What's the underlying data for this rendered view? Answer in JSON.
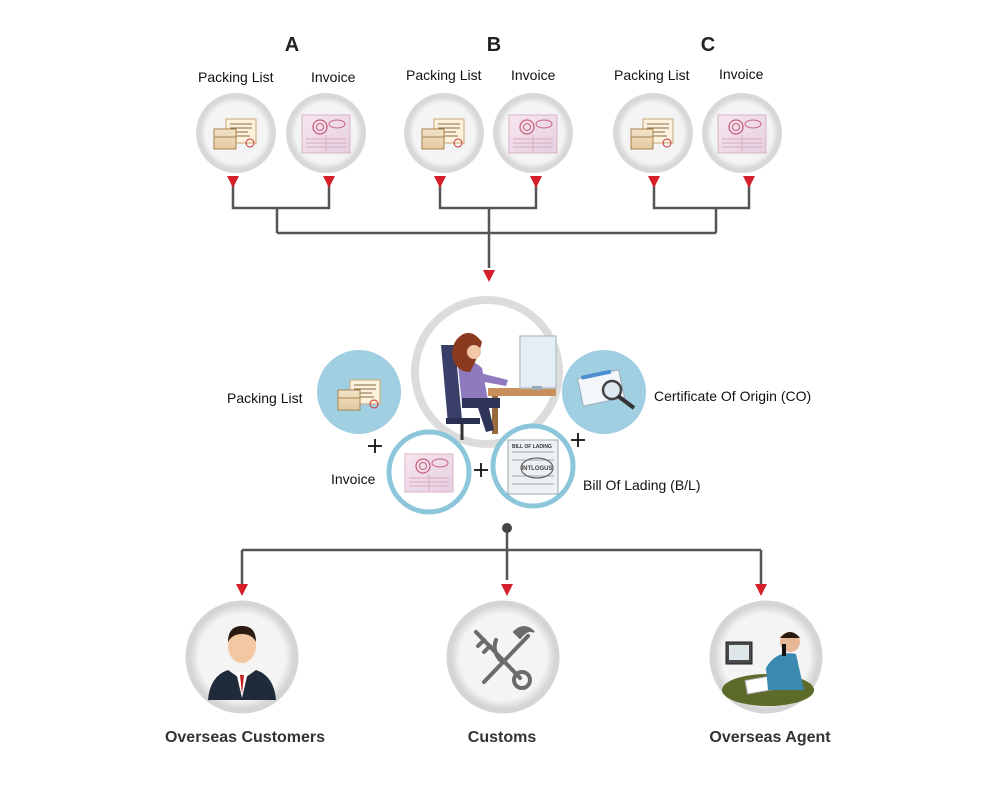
{
  "groups": [
    {
      "letter": "A",
      "packing_label": "Packing List",
      "invoice_label": "Invoice"
    },
    {
      "letter": "B",
      "packing_label": "Packing List",
      "invoice_label": "Invoice"
    },
    {
      "letter": "C",
      "packing_label": "Packing List",
      "invoice_label": "Invoice"
    }
  ],
  "consolidation": {
    "packing_label": "Packing List",
    "invoice_label": "Invoice",
    "co_label": "Certificate Of Origin (CO)",
    "bl_label": "Bill Of Lading (B/L)",
    "bl_doc_title": "BILL OF LADING",
    "bl_stamp": "INTLOGUS"
  },
  "destinations": [
    {
      "label": "Overseas Customers",
      "icon": "businessman-icon"
    },
    {
      "label": "Customs",
      "icon": "customs-emblem-icon"
    },
    {
      "label": "Overseas Agent",
      "icon": "agent-phone-icon"
    }
  ],
  "colors": {
    "arrow": "#d4202a",
    "line": "#555555",
    "ring": "#dadada",
    "blue_circle": "#9fcfe0"
  }
}
